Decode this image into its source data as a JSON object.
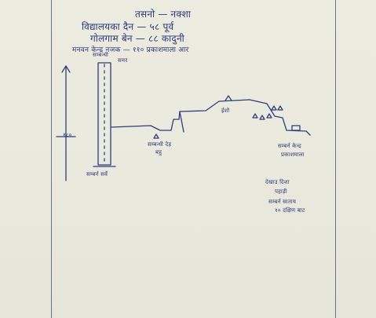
{
  "sheet": {
    "heading": "तसनो — नक्शा",
    "lines": [
      "विद्यालयका दैन — ५८ पूर्व",
      "गोलगाम बेन — ८८ कादुनी",
      "मनवन केन्द्र नजक — ११० प्रकाशमाला आर"
    ]
  },
  "sketch": {
    "tower_top": "सम्बन्धी",
    "tower_sub": "समर",
    "side_number": "१८०",
    "tower_bottom": "सम्बर्न सर्वे",
    "mid_label_1": "सम्बन्धी देह",
    "mid_label_2": "बहु",
    "peak_label": "ईशो",
    "right_label_1": "सम्बर्न केन्द्र",
    "right_label_2": "प्रकाशमाला",
    "note_1": "देखाउ दिशा",
    "note_2": "पहाड़ी",
    "note_3": "सम्बर्न साताय",
    "note_4": "१० दक्षिण बाट"
  }
}
